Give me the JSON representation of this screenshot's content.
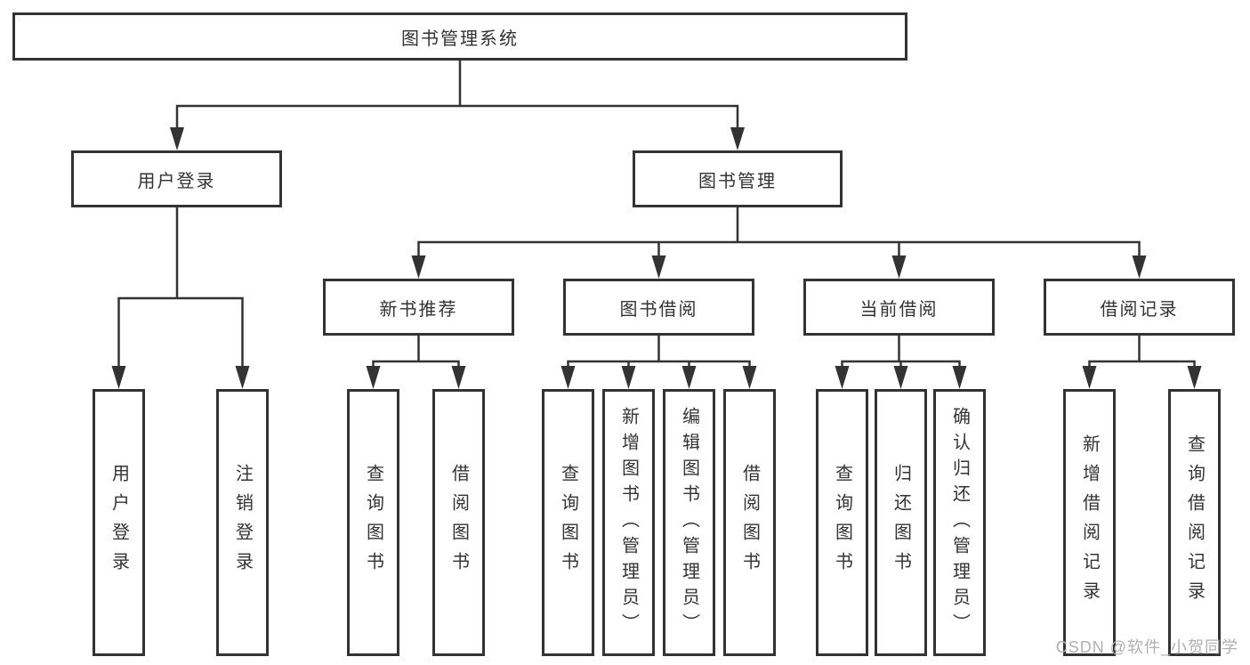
{
  "diagram_title": "图书管理系统",
  "colors": {
    "line": "#333333",
    "text": "#333333",
    "box_background": "#ffffff",
    "watermark": "#b0b0b0"
  },
  "nodes": {
    "root": "图书管理系统",
    "user_login": "用户登录",
    "book_mgmt": "图书管理",
    "new_book_rec": "新书推荐",
    "book_borrow": "图书借阅",
    "current_borrow": "当前借阅",
    "borrow_record": "借阅记录",
    "leaf_user_login": "用户登录",
    "leaf_logout": "注销登录",
    "leaf_nb_query": "查询图书",
    "leaf_nb_borrow": "借阅图书",
    "leaf_bb_query": "查询图书",
    "leaf_bb_add": "新增图书（管理员）",
    "leaf_bb_edit": "编辑图书（管理员）",
    "leaf_bb_borrow": "借阅图书",
    "leaf_cb_query": "查询图书",
    "leaf_cb_return": "归还图书",
    "leaf_cb_confirm": "确认归还（管理员）",
    "leaf_br_add": "新增借阅记录",
    "leaf_br_query": "查询借阅记录",
    "watermark": "CSDN @软件_小贺同学"
  }
}
